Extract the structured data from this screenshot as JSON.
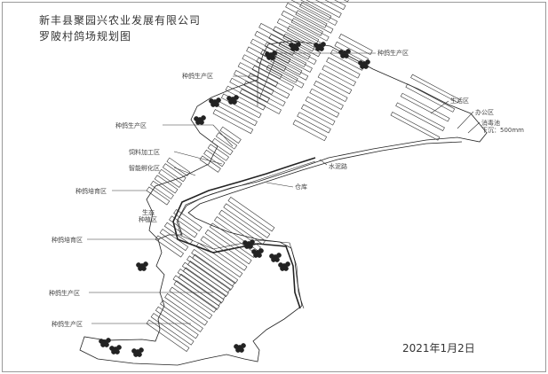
{
  "title": {
    "line1": "新丰县聚园兴农业发展有限公司",
    "line2": "罗陂村鸽场规划图"
  },
  "labels": {
    "production_top_right": "种鸽生产区",
    "production_top_mid": "种鸽生产区",
    "production_top_left": "种鸽生产区",
    "feed_processing": "饲料加工区",
    "smart_hatching": "智能孵化区",
    "breeding_top": "种鸽培育区",
    "warehouse": "仓库",
    "cement_road": "水泥路",
    "living_area": "生活区",
    "office_area": "办公区",
    "disinfection_pool": "消毒池",
    "sink_depth": "下沉：500mm",
    "eco_planting_1": "生态",
    "eco_planting_2": "种植区",
    "breeding_bottom": "种鸽培育区",
    "production_bottom_1": "种鸽生产区",
    "production_bottom_2": "种鸽生产区"
  },
  "date": "2021年1月2日"
}
